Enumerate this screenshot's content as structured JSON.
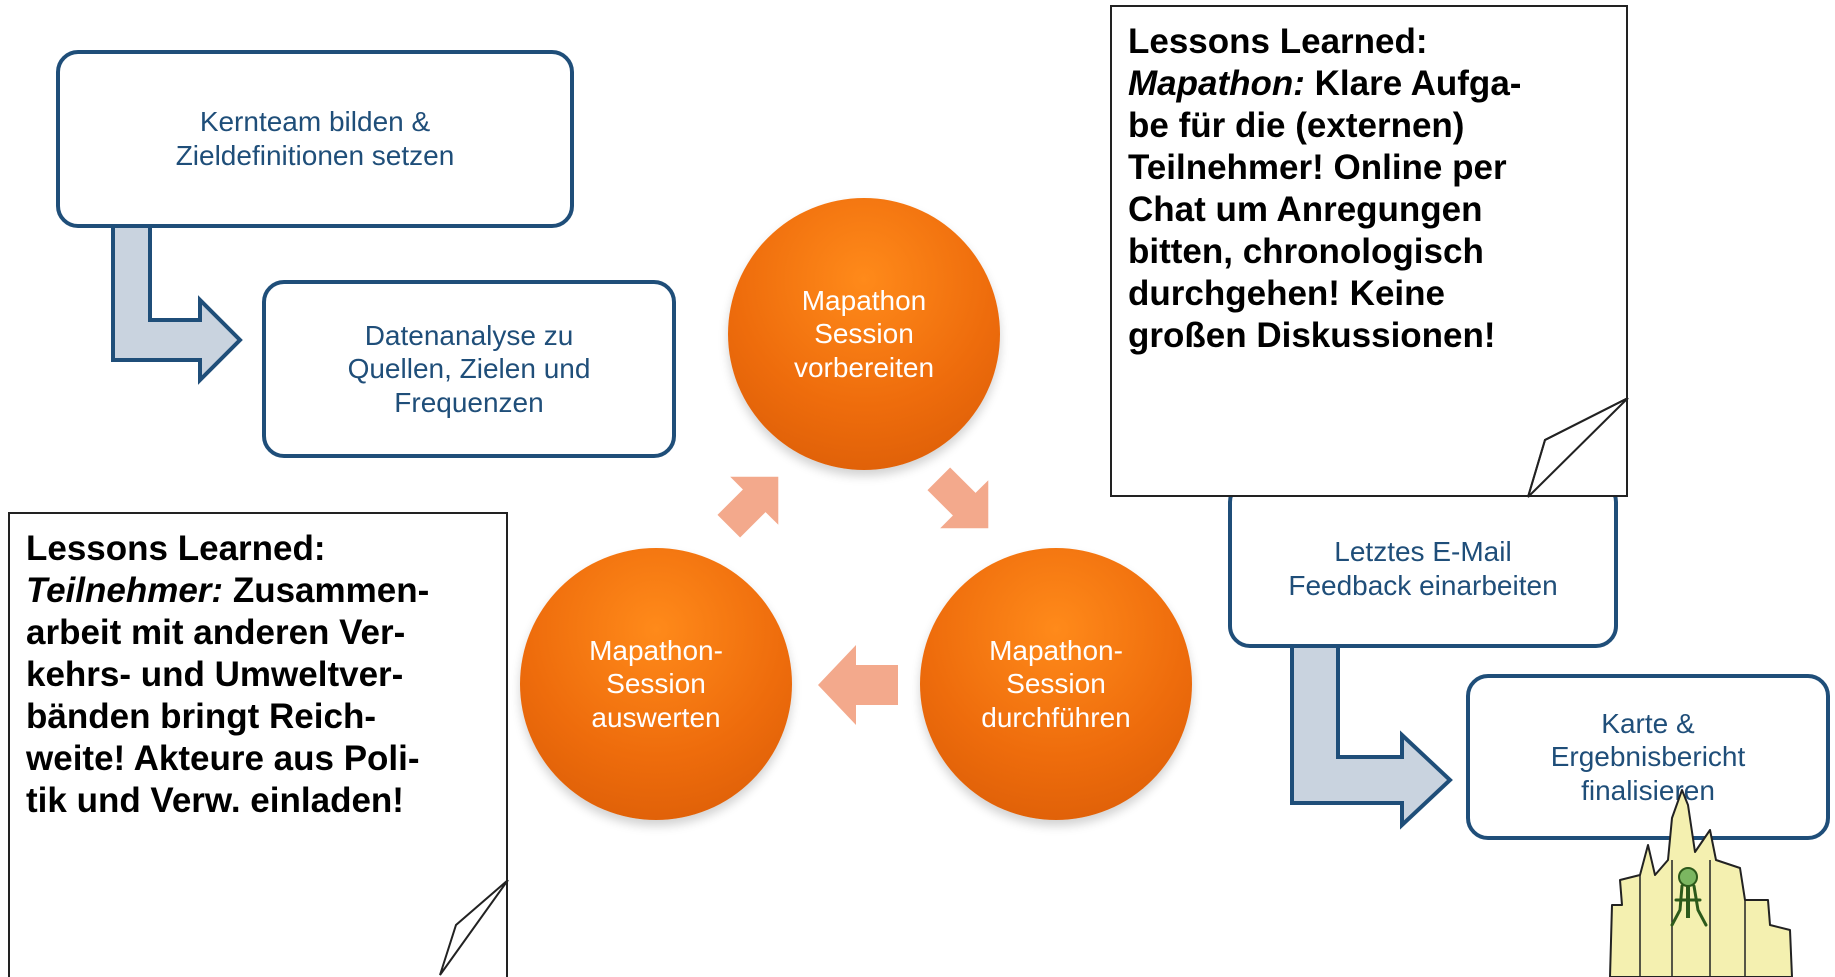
{
  "top_left_flow": {
    "box1": [
      "Kernteam bilden &",
      "Zieldefinitionen setzen"
    ],
    "box2": [
      "Datenanalyse zu",
      "Quellen, Zielen und",
      "Frequenzen"
    ]
  },
  "cycle": {
    "prepare": [
      "Mapathon",
      "Session",
      "vorbereiten"
    ],
    "conduct": [
      "Mapathon-",
      "Session",
      "durchführen"
    ],
    "evaluate": [
      "Mapathon-",
      "Session",
      "auswerten"
    ]
  },
  "right_flow": {
    "box1": [
      "Letztes E-Mail",
      "Feedback einarbeiten"
    ],
    "box2": [
      "Karte &",
      "Ergebnisbericht",
      "finalisieren"
    ]
  },
  "note_right": {
    "heading": "Lessons Learned:",
    "topic": "Mapathon:",
    "lines": [
      " Klare Aufga-",
      "be für die (externen)",
      "Teilnehmer! Online per",
      "Chat um Anregungen",
      "bitten, chronologisch",
      "durchgehen! Keine",
      "großen Diskussionen!"
    ]
  },
  "note_left": {
    "heading": "Lessons Learned:",
    "topic": "Teilnehmer:",
    "lines": [
      " Zusammen-",
      "arbeit mit anderen Ver-",
      "kehrs- und Umweltver-",
      "bänden bringt Reich-",
      "weite! Akteure aus Poli-",
      "tik und Verw. einladen!"
    ]
  },
  "colors": {
    "box_border": "#1f4e79",
    "circle_fill": "#ee6c0c",
    "arrow_fill": "#c9d3df",
    "cycle_arrow": "#f3a98c"
  }
}
